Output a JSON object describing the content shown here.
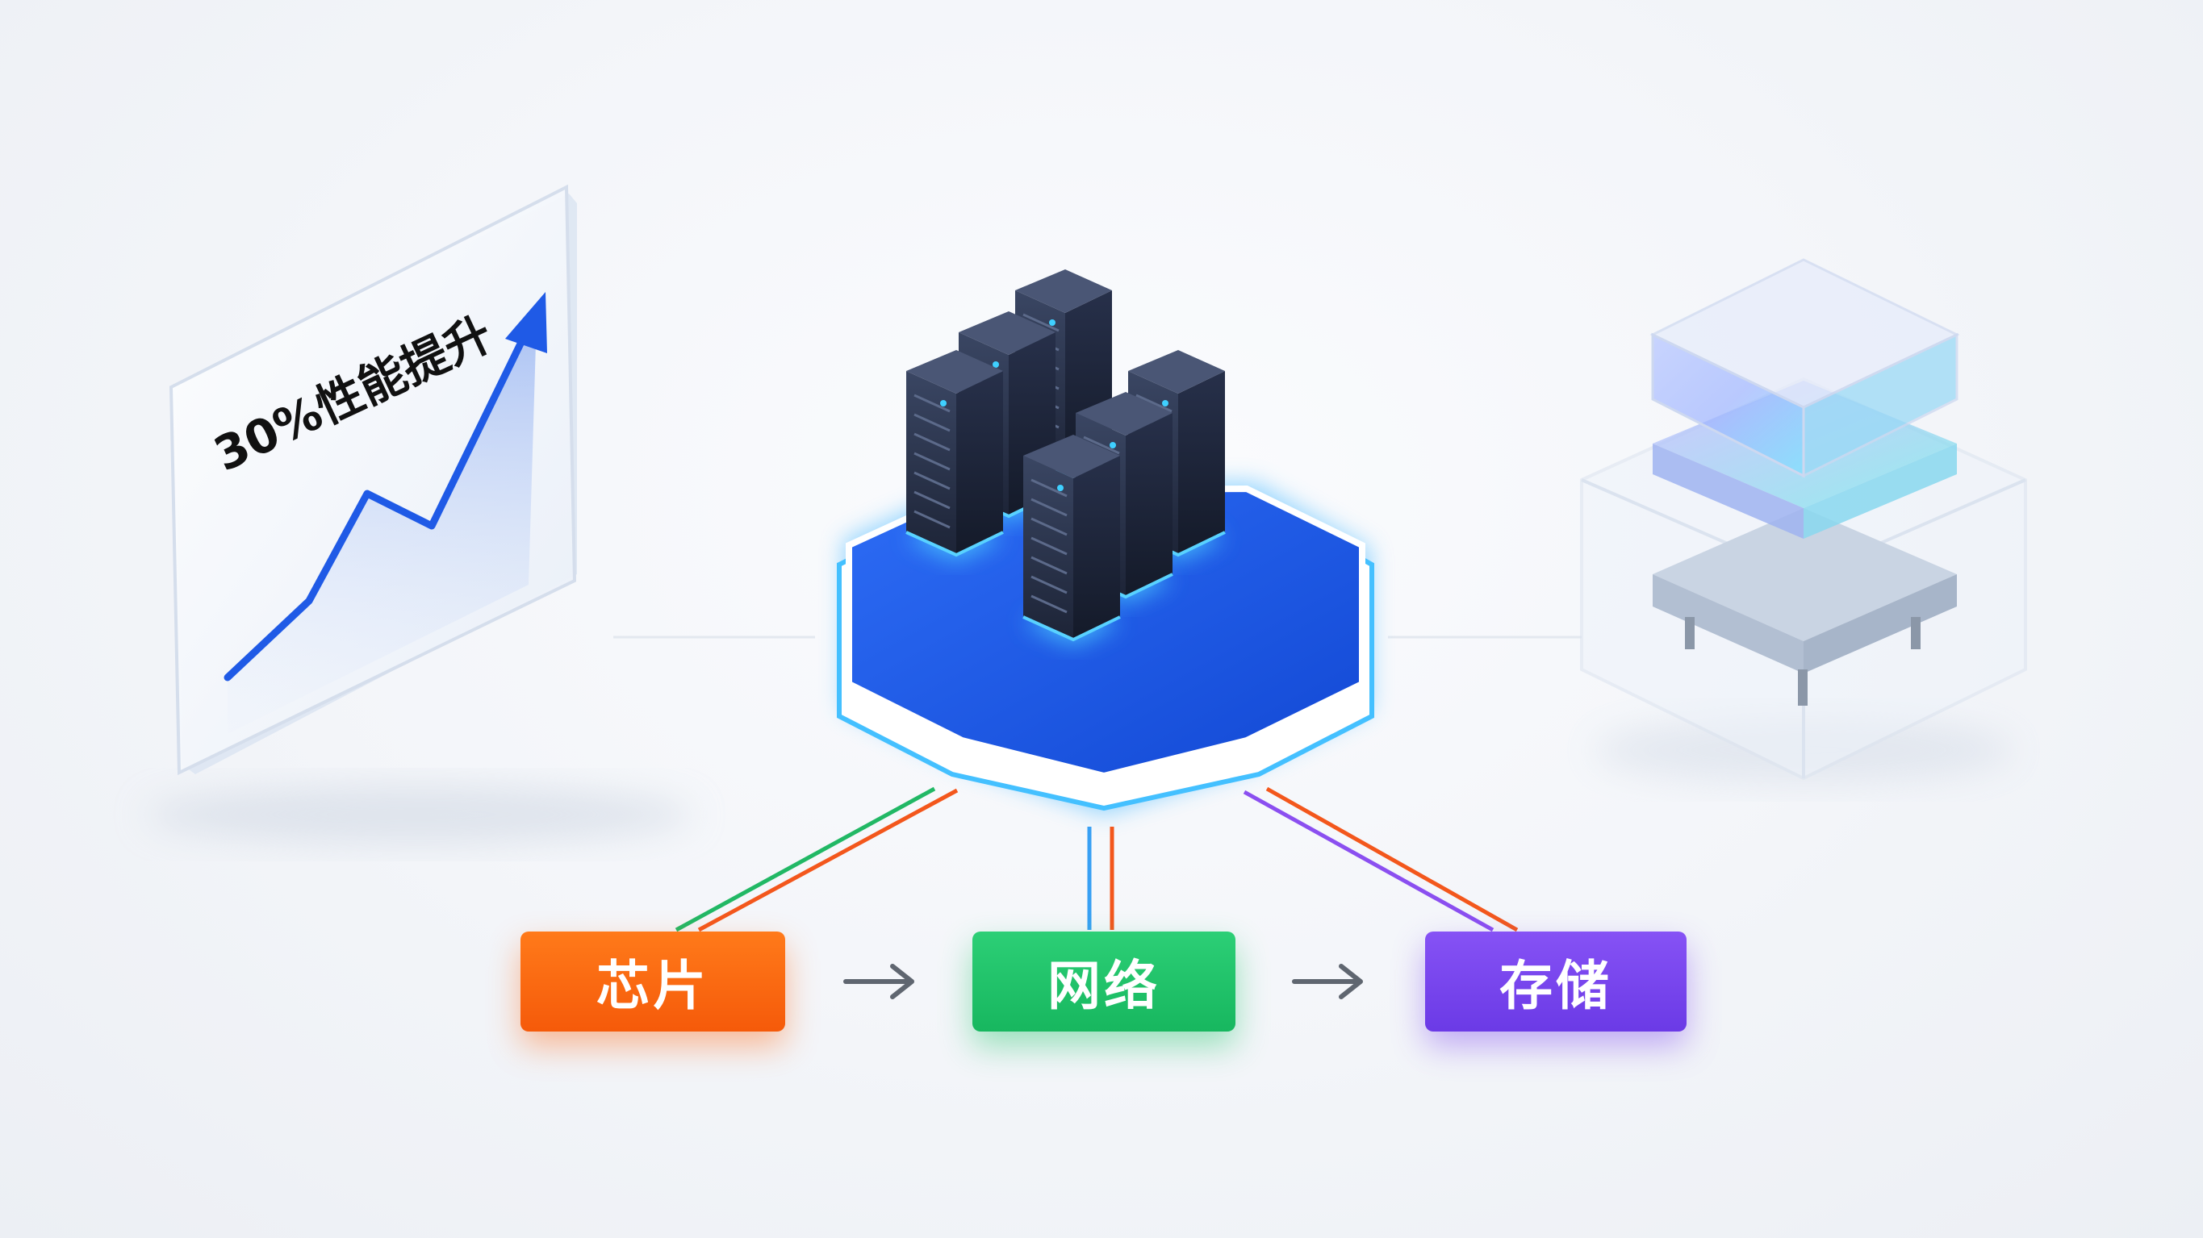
{
  "panel": {
    "headline": "30%性能提升"
  },
  "pipeline": {
    "steps": [
      {
        "label": "芯片",
        "color": "#f5630f"
      },
      {
        "label": "网络",
        "color": "#1fc169"
      },
      {
        "label": "存储",
        "color": "#7443ec"
      }
    ],
    "arrow_symbol": "→"
  },
  "hub": {
    "color": "#1f5ae6",
    "glow": "#3fb6ff",
    "server_count": 6
  },
  "colors": {
    "trend_line": "#1f5ae6",
    "glass": "#dfe8f6",
    "link_red": "#f3571c",
    "link_green": "#21b865",
    "link_blue": "#38a0f4",
    "link_purple": "#8b4ff0"
  }
}
